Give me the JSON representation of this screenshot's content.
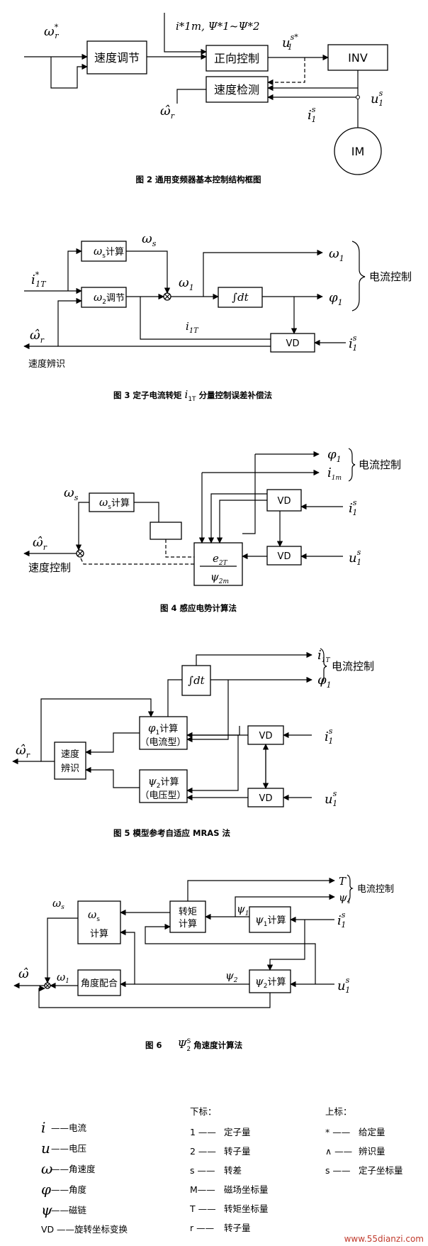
{
  "figure2": {
    "speed_regulator": "速度调节",
    "forward_control": "正向控制",
    "speed_detection": "速度检测",
    "inverter": "INV",
    "motor": "IM",
    "in_omega": "ω",
    "in_omega_sup": "*",
    "in_omega_sub": "r",
    "ref_label": "i*1m, Ψ*1~Ψ*2",
    "u_cmd": "u",
    "u_cmd_sup": "s*",
    "u_cmd_sub": "1",
    "omega_hat": "ω̂",
    "omega_hat_sub": "r",
    "i_meas": "i",
    "i_meas_sup": "s",
    "i_meas_sub": "1",
    "u_meas": "u",
    "u_meas_sup": "s",
    "u_meas_sub": "1",
    "caption": "图 2  通用变频器基本控制结构框图"
  },
  "figure3": {
    "omega_s_calc": "计算",
    "omega2_reg": "调节",
    "integrator": "∫dt",
    "vd": "VD",
    "omega_s": "ω",
    "omega_s_sub": "s",
    "omega1": "ω",
    "omega1_sub": "1",
    "omega1_out": "ω",
    "omega1_out_sub": "1",
    "phi1_out": "φ",
    "phi1_out_sub": "1",
    "i1T_in": "i",
    "i1T_in_sup": "*",
    "i1T_in_sub": "1T",
    "i1T_fb": "i",
    "i1T_fb_sub": "1T",
    "i1s": "i",
    "i1s_sup": "s",
    "i1s_sub": "1",
    "omega_hat": "ω̂",
    "omega_hat_sub": "r",
    "current_control": "电流控制",
    "speed_ident": "速度辨识",
    "caption_pre": "图 3  定子电流转矩",
    "caption_sym": "i",
    "caption_sym_sub": "1T",
    "caption_post": "分量控制误差补偿法"
  },
  "figure4": {
    "omega_s_calc": "计算",
    "vd_top": "VD",
    "vd_bottom": "VD",
    "emf_num": "e",
    "emf_num_sub": "2T",
    "emf_den": "ψ",
    "emf_den_sub": "2m",
    "phi1": "φ",
    "phi1_sub": "1",
    "i1m": "i",
    "i1m_sub": "1m",
    "omega_s": "ω",
    "omega_s_sub": "s",
    "omega_hat": "ω̂",
    "omega_hat_sub": "r",
    "i1s": "i",
    "i1s_sup": "s",
    "i1s_sub": "1",
    "u1s": "u",
    "u1s_sup": "s",
    "u1s_sub": "1",
    "current_control": "电流控制",
    "speed_control": "速度控制",
    "caption": "图 4  感应电势计算法"
  },
  "figure5": {
    "integrator": "∫dt",
    "phi1_calc_sym": "φ",
    "phi1_calc_sub": "1",
    "phi1_calc": "计算",
    "phi1_type": "（电流型）",
    "psi2_calc_sym": "ψ",
    "psi2_calc_sub": "2",
    "psi2_calc": "计算",
    "psi2_type": "（电压型）",
    "speed_ident_1": "速度",
    "speed_ident_2": "辨识",
    "vd_top": "VD",
    "vd_bottom": "VD",
    "i1T": "i",
    "i1T_sub": "1T",
    "phi1": "φ",
    "phi1_sub": "1",
    "omega_hat": "ω̂",
    "omega_hat_sub": "r",
    "i1s": "i",
    "i1s_sup": "s",
    "i1s_sub": "1",
    "u1s": "u",
    "u1s_sup": "s",
    "u1s_sub": "1",
    "current_control": "电流控制",
    "caption": "图 5  模型参考自适应 MRAS 法"
  },
  "figure6": {
    "omega_s_calc_sym": "ω",
    "omega_s_calc_sub": "s",
    "omega_s_calc": "计算",
    "torque_calc_1": "转矩",
    "torque_calc_2": "计算",
    "psi1_calc_sym": "ψ",
    "psi1_calc_sub": "1",
    "psi1_calc": "计算",
    "psi2_calc_sym": "ψ",
    "psi2_calc_sub": "2",
    "psi2_calc": "计算",
    "angle_match": "角度配合",
    "T_out": "T",
    "psi1_out": "ψ",
    "psi1_out_sub": "1",
    "psi1_mid": "ψ",
    "psi1_mid_sub": "1",
    "psi2_mid": "ψ",
    "psi2_mid_sub": "2",
    "omega_s_label": "ω",
    "omega_s_label_sub": "s",
    "omega1_label": "ω",
    "omega1_label_sub": "1",
    "omega_hat": "ω̂",
    "i1s": "i",
    "i1s_sup": "s",
    "i1s_sub": "1",
    "u1s": "u",
    "u1s_sup": "s",
    "u1s_sub": "1",
    "current_control": "电流控制",
    "caption_pre": "图 6",
    "caption_sym": "Ψ",
    "caption_sym_sup": "S",
    "caption_sym_sub": "2",
    "caption_post": "角速度计算法"
  },
  "legend": {
    "symbols": [
      {
        "sym": "i",
        "text": "——电流"
      },
      {
        "sym": "u",
        "text": "——电压"
      },
      {
        "sym": "ω",
        "text": "——角速度"
      },
      {
        "sym": "φ",
        "text": "——角度"
      },
      {
        "sym": "ψ",
        "text": "——磁链"
      },
      {
        "sym": "VD",
        "text": "——旋转坐标变换"
      }
    ],
    "subscript_title": "下标：",
    "subscripts": [
      {
        "key": "1 ——",
        "text": "定子量"
      },
      {
        "key": "2 ——",
        "text": "转子量"
      },
      {
        "key": "s ——",
        "text": "转差"
      },
      {
        "key": "M——",
        "text": "磁场坐标量"
      },
      {
        "key": "T ——",
        "text": "转矩坐标量"
      },
      {
        "key": "r ——",
        "text": "转子量"
      }
    ],
    "superscript_title": "上标：",
    "superscripts": [
      {
        "key": "* ——",
        "text": "给定量"
      },
      {
        "key": "∧ ——",
        "text": "辨识量"
      },
      {
        "key": "s ——",
        "text": "定子坐标量"
      }
    ]
  },
  "watermark": "www.55dianzi.com"
}
